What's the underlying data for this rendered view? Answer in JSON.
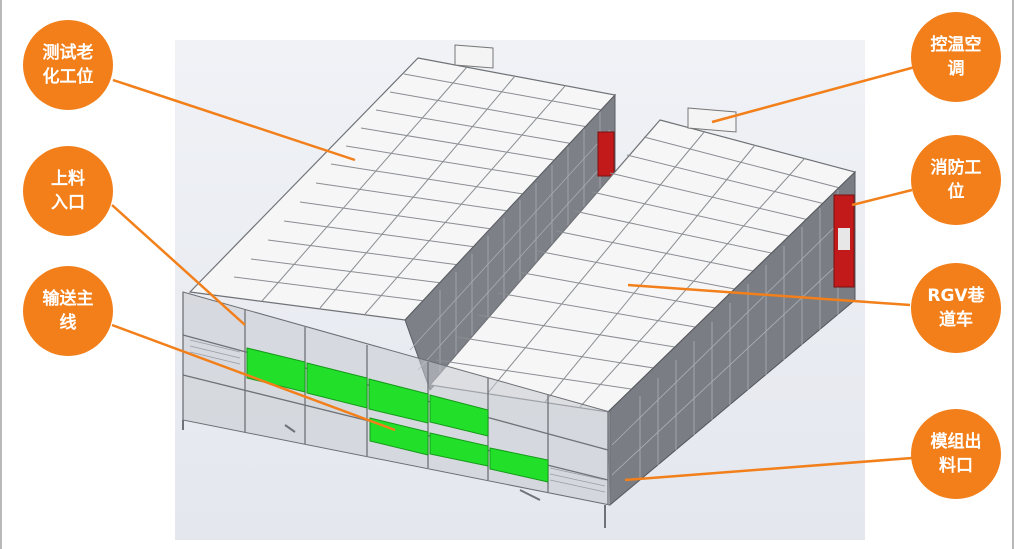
{
  "labels": {
    "aging_station": "测试老\n化工位",
    "loading_entry": "上料\n入口",
    "conveyor_main": "输送主\n线",
    "hvac": "控温空\n调",
    "fire_station": "消防工\n位",
    "rgv_cart": "RGV巷\n道车",
    "module_exit": "模组出\n料口"
  },
  "colors": {
    "callout": "#f27f1a",
    "leader": "#f27f1a",
    "highlight_green": "#22e02a",
    "fire_red": "#c21a1a",
    "roof_panel": "#f7f7f7",
    "frame_grey": "#8d8f94"
  }
}
